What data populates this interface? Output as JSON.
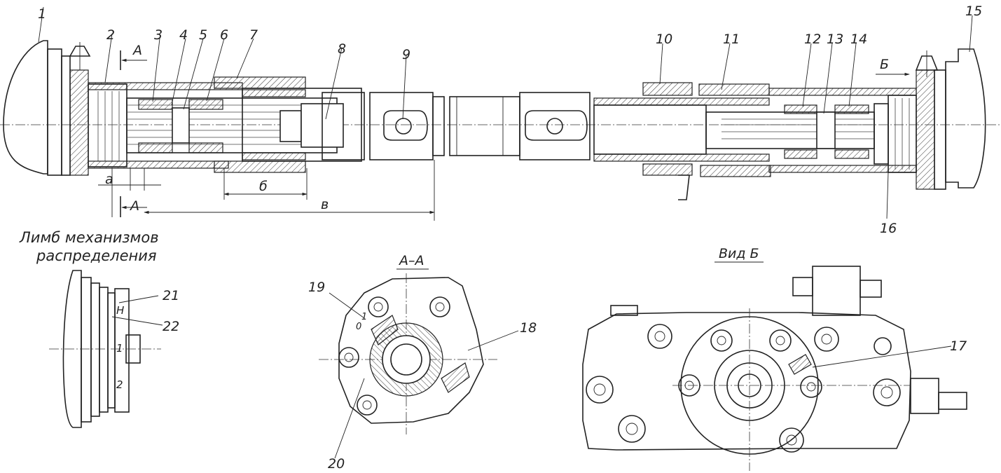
{
  "callouts": [
    "1",
    "2",
    "3",
    "4",
    "5",
    "6",
    "7",
    "8",
    "9",
    "10",
    "11",
    "12",
    "13",
    "14",
    "15",
    "16",
    "17",
    "18",
    "19",
    "20",
    "21",
    "22"
  ],
  "dimensions": {
    "a": "а",
    "b": "б",
    "v": "в"
  },
  "section_marks": {
    "a_top": "А",
    "a_bottom": "А",
    "b_arrow": "Б"
  },
  "limb": {
    "title_line1": "Лимб механизмов",
    "title_line2": "распределения",
    "mark_n": "Н",
    "mark_1": "1",
    "mark_2": "2"
  },
  "section_aa": {
    "title": "А–А",
    "scale_0": "0",
    "scale_1": "1"
  },
  "view_b": {
    "title": "Вид Б"
  }
}
